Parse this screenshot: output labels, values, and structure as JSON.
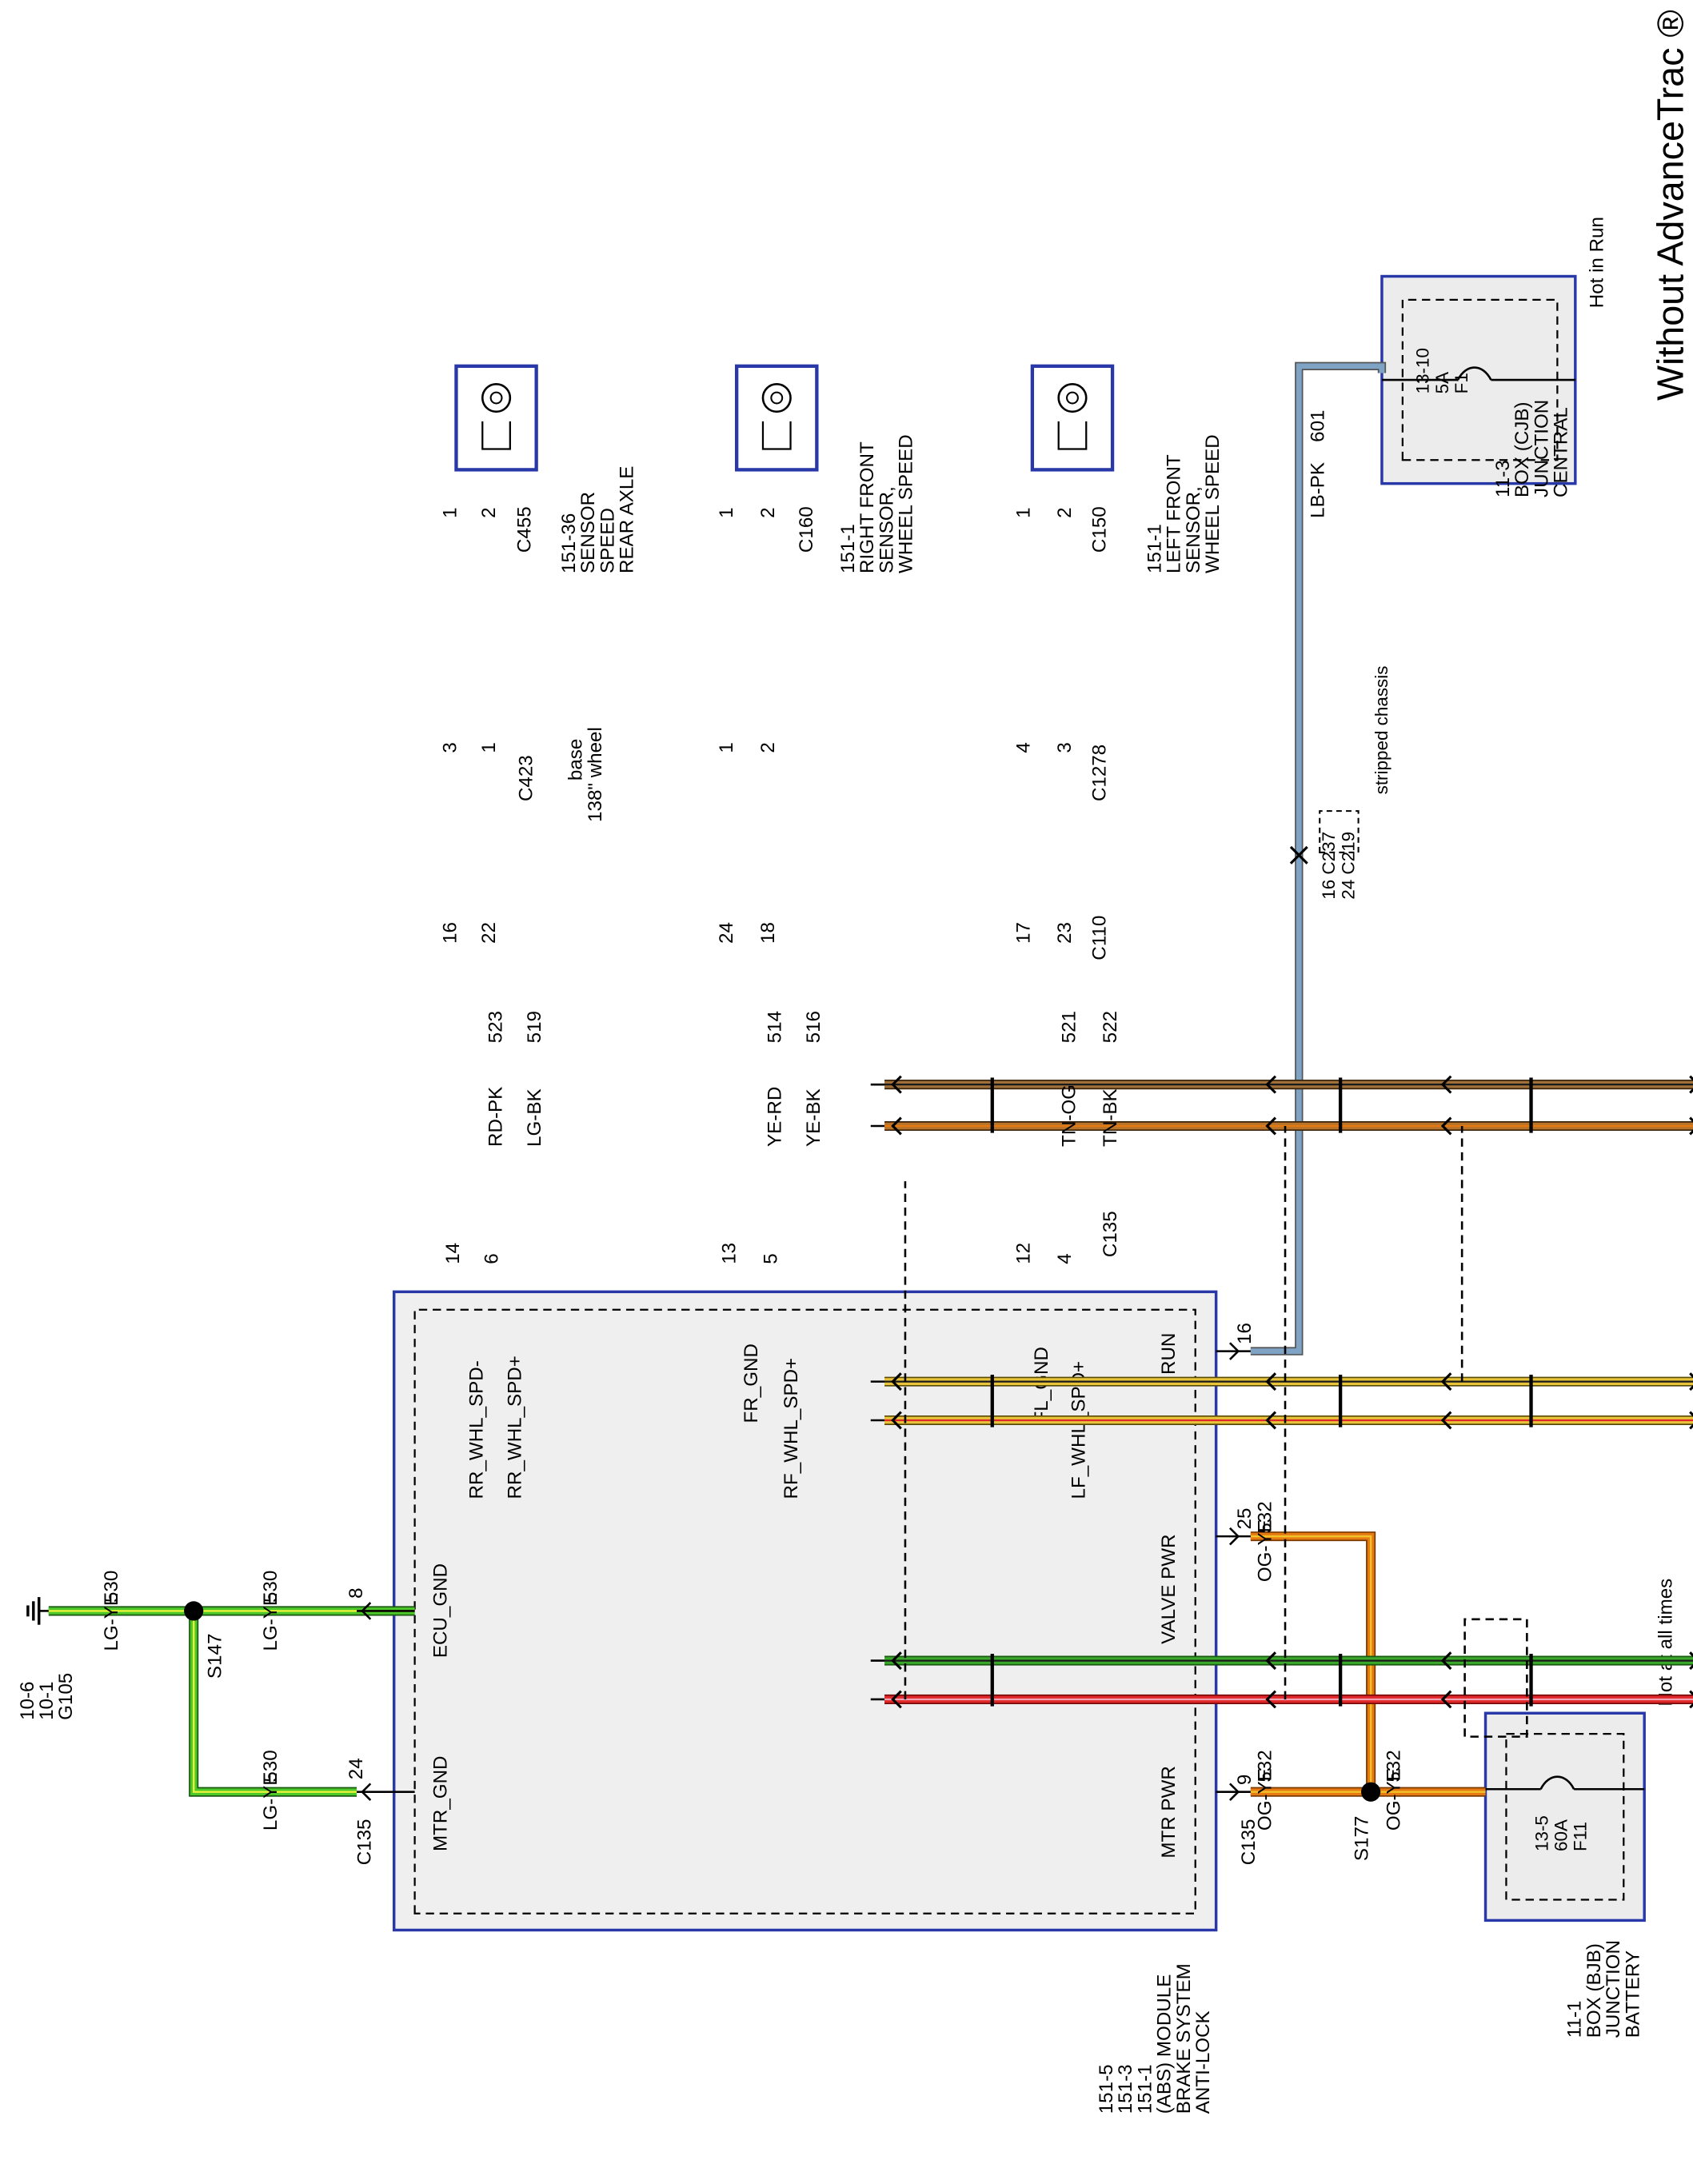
{
  "title": "Without AdvanceTrac ®",
  "cjb": {
    "status": "Hot in Run",
    "fuse": "F1",
    "rating": "5A",
    "ref": "13-10",
    "name_lines": [
      "CENTRAL",
      "JUNCTION",
      "BOX (CJB)",
      "11-3"
    ]
  },
  "bjb": {
    "status": "Hot at all times",
    "fuse": "F11",
    "rating": "60A",
    "ref": "13-5",
    "name_lines": [
      "BATTERY",
      "JUNCTION",
      "BOX (BJB)",
      "11-1"
    ]
  },
  "sensors": {
    "lf": {
      "name_lines": [
        "WHEEL SPEED",
        "SENSOR,",
        "LEFT FRONT",
        "151-1"
      ]
    },
    "rf": {
      "name_lines": [
        "WHEEL SPEED",
        "SENSOR,",
        "RIGHT FRONT",
        "151-1"
      ]
    },
    "ra": {
      "name_lines": [
        "REAR AXLE",
        "SPEED",
        "SENSOR",
        "151-36"
      ]
    }
  },
  "abs_module": {
    "name_lines": [
      "ANTI-LOCK",
      "BRAKE SYSTEM",
      "(ABS) MODULE",
      "151-1",
      "151-3",
      "151-5"
    ],
    "pins": {
      "run": "RUN",
      "valve_pwr": "VALVE PWR",
      "mtr_pwr": "MTR PWR",
      "lf_spd": "LF_WHL_SPD+",
      "fl_gnd": "FL_GND",
      "rf_spd": "RF_WHL_SPD+",
      "fr_gnd": "FR_GND",
      "rr_spd_p": "RR_WHL_SPD+",
      "rr_spd_m": "RR_WHL_SPD-",
      "ecu_gnd": "ECU_GND",
      "mtr_gnd": "MTR_GND"
    }
  },
  "connectors": {
    "c150": "C150",
    "c160": "C160",
    "c455": "C455",
    "c1278": "C1278",
    "c423": "C423",
    "c110": "C110",
    "c135": "C135",
    "c135b": "C135",
    "c135c": "C135",
    "c219": "C219",
    "c219_pin": "24",
    "c237": "C237",
    "c237_pin": "16",
    "stripped": "stripped chassis",
    "wheelbase_lines": [
      "138\" wheel",
      "base"
    ]
  },
  "splices": {
    "s177": "S177",
    "s147": "S147"
  },
  "ground": {
    "id": "G105",
    "refs": [
      "10-1",
      "10-6"
    ]
  },
  "pins": {
    "c150_1": "1",
    "c150_2": "2",
    "c160_1": "1",
    "c160_2": "2",
    "c455_1": "1",
    "c455_2": "2",
    "c1278_4": "4",
    "c1278_3": "3",
    "c1278_1": "1",
    "c1278_2": "2",
    "c423_3": "3",
    "c423_1": "1",
    "c110_17": "17",
    "c110_23": "23",
    "c110_24": "24",
    "c110_18": "18",
    "c110_16": "16",
    "c110_22": "22",
    "c135_12": "12",
    "c135_4": "4",
    "c135_13": "13",
    "c135_5": "5",
    "c135_14": "14",
    "c135_6": "6",
    "abs_16": "16",
    "abs_25": "25",
    "abs_9": "9",
    "abs_8": "8",
    "abs_24": "24"
  },
  "wires": {
    "w601": {
      "circuit": "601",
      "color": "LB-PK"
    },
    "w522": {
      "circuit": "522",
      "color": "TN-BK"
    },
    "w521": {
      "circuit": "521",
      "color": "TN-OG"
    },
    "w516": {
      "circuit": "516",
      "color": "YE-BK"
    },
    "w514": {
      "circuit": "514",
      "color": "YE-RD"
    },
    "w519": {
      "circuit": "519",
      "color": "LG-BK"
    },
    "w523": {
      "circuit": "523",
      "color": "RD-PK"
    },
    "w532a": {
      "circuit": "532",
      "color": "OG-YE"
    },
    "w532b": {
      "circuit": "532",
      "color": "OG-YE"
    },
    "w532c": {
      "circuit": "532",
      "color": "OG-YE"
    },
    "w530a": {
      "circuit": "530",
      "color": "LG-YE"
    },
    "w530b": {
      "circuit": "530",
      "color": "LG-YE"
    },
    "w530c": {
      "circuit": "530",
      "color": "LG-YE"
    }
  },
  "colors": {
    "lb": "#7fa3c4",
    "tan": "#a0703a",
    "tan_light": "#c08a4a",
    "yellow": "#e8c43a",
    "red": "#e0282a",
    "green": "#3aa82a",
    "orange": "#e57a12",
    "module_fill": "#efefef",
    "module_border": "#2838a8"
  }
}
